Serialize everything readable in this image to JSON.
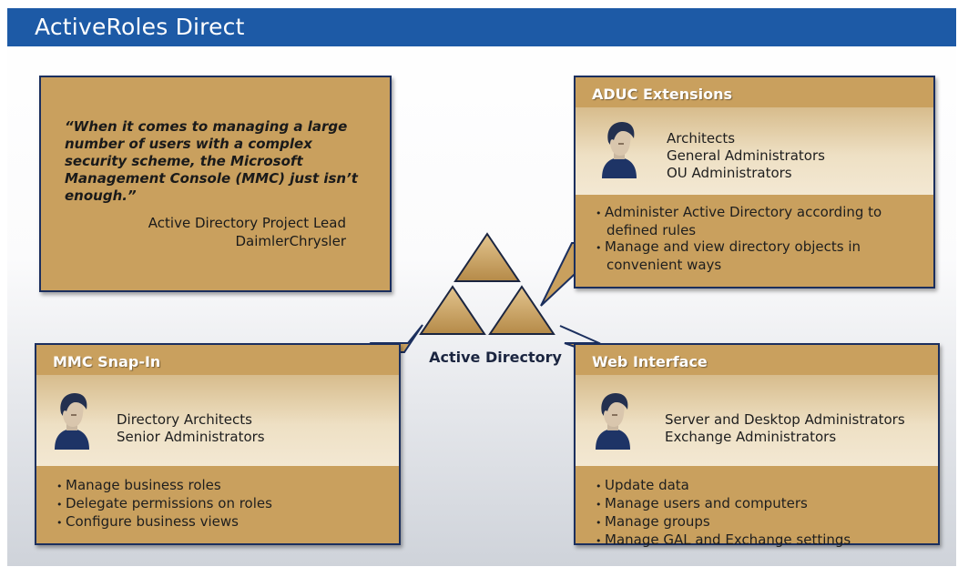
{
  "header": {
    "title": "ActiveRoles Direct"
  },
  "quote": {
    "text": "“When it comes to managing a large number of users with a complex security scheme, the Microsoft Management Console (MMC) just isn’t enough.”",
    "attribution_role": "Active Directory Project Lead",
    "attribution_company": "DaimlerChrysler"
  },
  "center": {
    "label": "Active Directory"
  },
  "aduc": {
    "title": "ADUC Extensions",
    "roles": [
      "Architects",
      "General Administrators",
      "OU Administrators"
    ],
    "bullets": [
      "Administer Active Directory according to defined rules",
      "Manage and view directory objects in convenient ways"
    ]
  },
  "mmc": {
    "title": "MMC Snap-In",
    "roles": [
      "Directory Architects",
      "Senior Administrators"
    ],
    "bullets": [
      "Manage business roles",
      "Delegate permissions on roles",
      "Configure business views"
    ]
  },
  "web": {
    "title": "Web Interface",
    "roles": [
      "Server and Desktop Administrators",
      "Exchange Administrators"
    ],
    "bullets": [
      "Update data",
      "Manage users and computers",
      "Manage groups",
      "Manage GAL and Exchange settings"
    ]
  },
  "colors": {
    "title_bar": "#1d5aa6",
    "box_fill": "#c9a05e",
    "box_border": "#1b2f5e",
    "triangle_fill": "#c8a162"
  },
  "icons": [
    "person-icon",
    "triangle-logo-icon",
    "callout-pointer-icon"
  ]
}
